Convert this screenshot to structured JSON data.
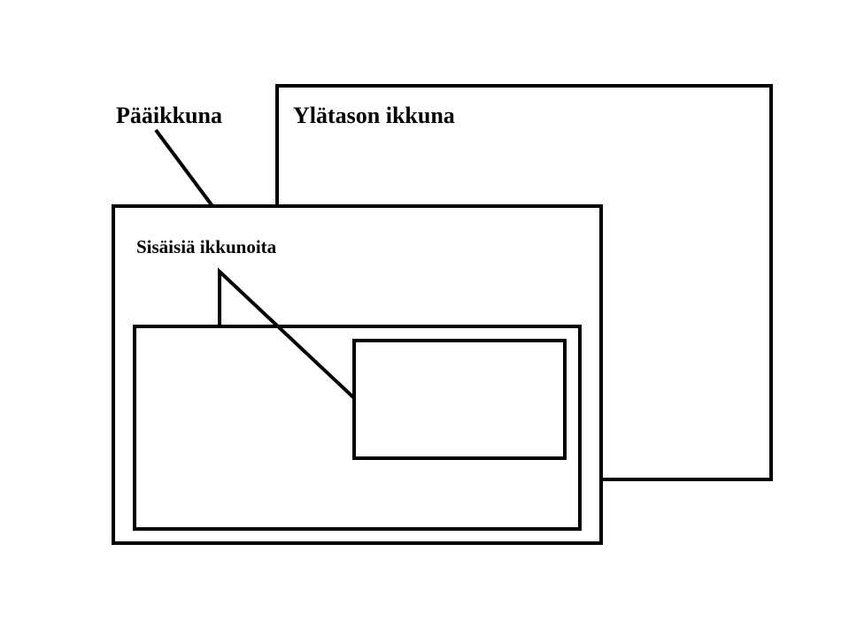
{
  "labels": {
    "main_window": "Pääikkuna",
    "top_level_window": "Ylätason ikkuna",
    "inner_windows": "Sisäisiä ikkunoita"
  },
  "colors": {
    "stroke": "#000000",
    "background": "#ffffff"
  }
}
